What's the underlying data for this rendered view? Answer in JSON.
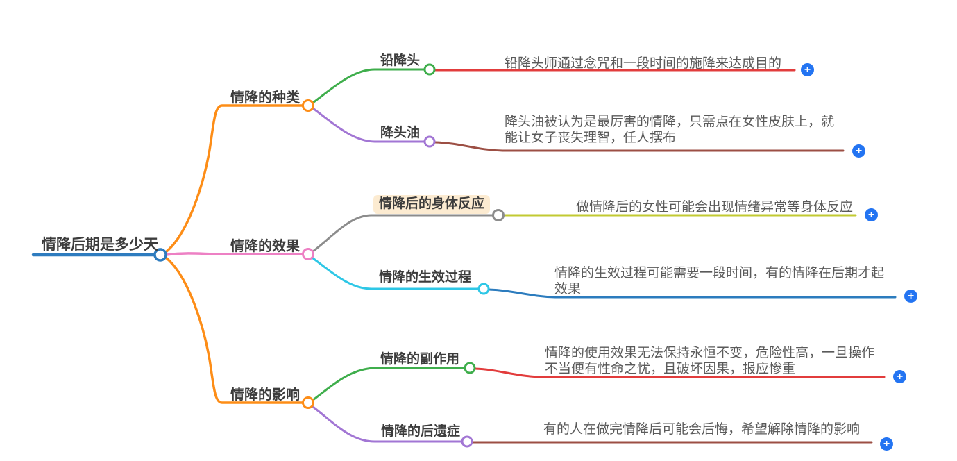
{
  "root": {
    "label": "情降后期是多少天"
  },
  "branches": [
    {
      "label": "情降的种类",
      "children": [
        {
          "label": "铅降头",
          "leaf": {
            "lines": [
              "铅降头师通过念咒和一段时间的施降来达成目的"
            ]
          }
        },
        {
          "label": "降头油",
          "leaf": {
            "lines": [
              "降头油被认为是最厉害的情降，只需点在女性皮肤上，就",
              "能让女子丧失理智，任人摆布"
            ]
          }
        }
      ]
    },
    {
      "label": "情降的效果",
      "children": [
        {
          "label": "情降后的身体反应",
          "highlighted": true,
          "leaf": {
            "lines": [
              "做情降后的女性可能会出现情绪异常等身体反应"
            ]
          }
        },
        {
          "label": "情降的生效过程",
          "leaf": {
            "lines": [
              "情降的生效过程可能需要一段时间，有的情降在后期才起",
              "效果"
            ]
          }
        }
      ]
    },
    {
      "label": "情降的影响",
      "children": [
        {
          "label": "情降的副作用",
          "leaf": {
            "lines": [
              "情降的使用效果无法保持永恒不变，危险性高，一旦操作",
              "不当便有性命之忧，且破坏因果，报应惨重"
            ]
          }
        },
        {
          "label": "情降的后遗症",
          "leaf": {
            "lines": [
              "有的人在做完情降后可能会后悔，希望解除情降的影响"
            ]
          }
        }
      ]
    }
  ],
  "icons": {
    "plus": "+"
  },
  "palette": {
    "root_blue": "#2e7cbf",
    "orange": "#fd8d17",
    "pink": "#ed80c4",
    "green": "#3fae4c",
    "purple": "#a276d4",
    "gray": "#8c8c8c",
    "cyan": "#2ec7e6",
    "lime": "#c2ca32",
    "leaf_blue": "#2c7cbe",
    "red": "#e23c3c",
    "maroon": "#9c4f44",
    "plus_button": "#2374f2",
    "highlight_bg": "#fcebd1",
    "label_text": "#3c3c3c",
    "leaf_text": "#5a5a5a"
  }
}
